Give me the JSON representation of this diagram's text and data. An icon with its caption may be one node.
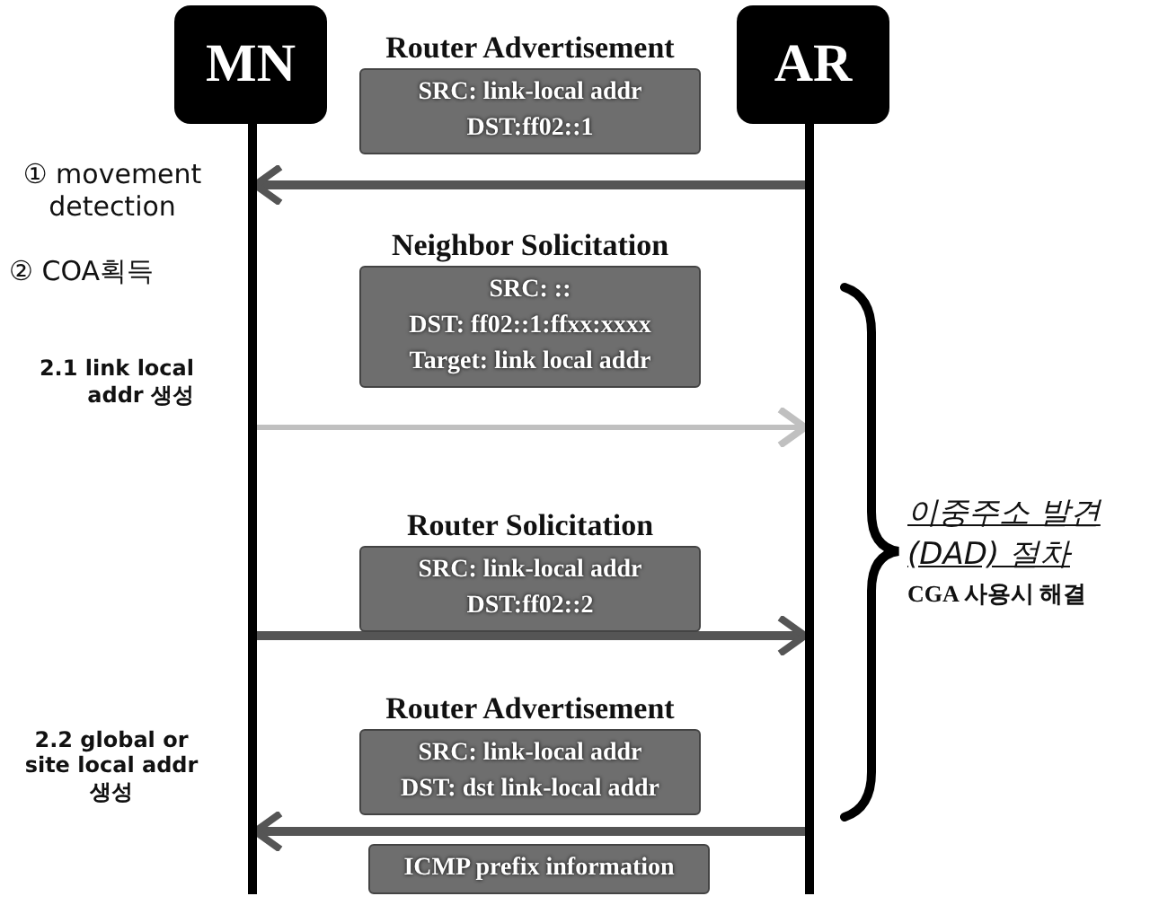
{
  "diagram": {
    "nodes": [
      {
        "text": [
          "MN"
        ]
      },
      {
        "text": [
          "AR"
        ]
      },
      {
        "text": [
          "Router Advertisement",
          "SRC: link-local addr",
          "DST:ff02::1"
        ]
      },
      {
        "text": [
          "Neighbor Solicitation",
          "SRC: ::",
          "DST: ff02::1:ffxx:xxxx",
          "Target: link local addr"
        ]
      },
      {
        "text": [
          "Router Solicitation",
          "SRC: link-local addr",
          "DST:ff02::2"
        ]
      },
      {
        "text": [
          "Router Advertisement",
          "SRC: link-local addr",
          "DST: dst link-local addr"
        ]
      },
      {
        "text": [
          "ICMP prefix information"
        ]
      }
    ],
    "edges": [
      {
        "from": 1,
        "to": 0,
        "arrow": "to"
      },
      {
        "from": 0,
        "to": 1,
        "arrow": "to",
        "color": "#c0c0c0"
      },
      {
        "from": 0,
        "to": 1,
        "arrow": "to"
      },
      {
        "from": 1,
        "to": 0,
        "arrow": "to"
      }
    ],
    "labels": [
      "① movement detection",
      "② COA획득",
      "2.1 link local addr 생성",
      "2.2 global or site local addr 생성",
      "이중주소 발견 (DAD) 절차",
      "CGA 사용시 해결"
    ]
  }
}
